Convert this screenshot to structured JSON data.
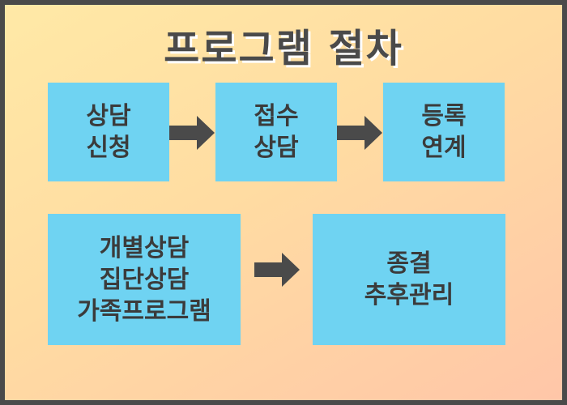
{
  "title": "프로그램 절차",
  "colors": {
    "box": "#6fd3f2",
    "arrow": "#4a4a4a",
    "text": "#3b3b3b"
  },
  "steps": [
    {
      "lines": [
        "상담",
        "신청"
      ]
    },
    {
      "lines": [
        "접수",
        "상담"
      ]
    },
    {
      "lines": [
        "등록",
        "연계"
      ]
    },
    {
      "lines": [
        "개별상담",
        "집단상담",
        "가족프로그램"
      ]
    },
    {
      "lines": [
        "종결",
        "추후관리"
      ]
    }
  ]
}
